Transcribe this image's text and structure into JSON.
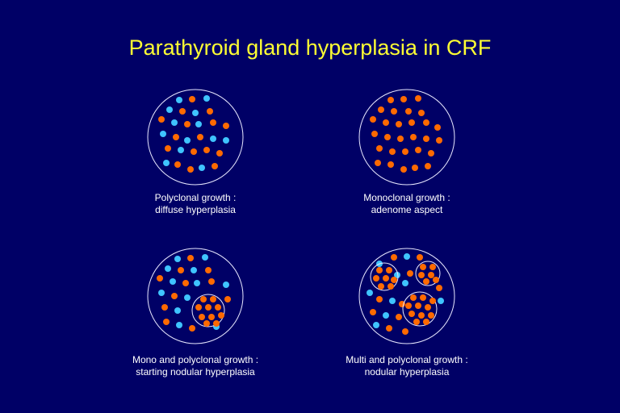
{
  "title": "Parathyroid gland hyperplasia in CRF",
  "colors": {
    "background": "#000066",
    "title": "#ffff33",
    "orange_cell": "#ff6a00",
    "blue_cell": "#3fc4ff",
    "outline": "#e8e8ff"
  },
  "panels": [
    {
      "id": "polyclonal",
      "line1": "Polyclonal growth :",
      "line2": "diffuse hyperplasia"
    },
    {
      "id": "monoclonal",
      "line1": "Monoclonal growth :",
      "line2": "adenome aspect"
    },
    {
      "id": "mono-poly",
      "line1": "Mono and polyclonal growth :",
      "line2": "starting nodular hyperplasia"
    },
    {
      "id": "multi-poly",
      "line1": "Multi and polyclonal growth :",
      "line2": "nodular hyperplasia"
    }
  ]
}
